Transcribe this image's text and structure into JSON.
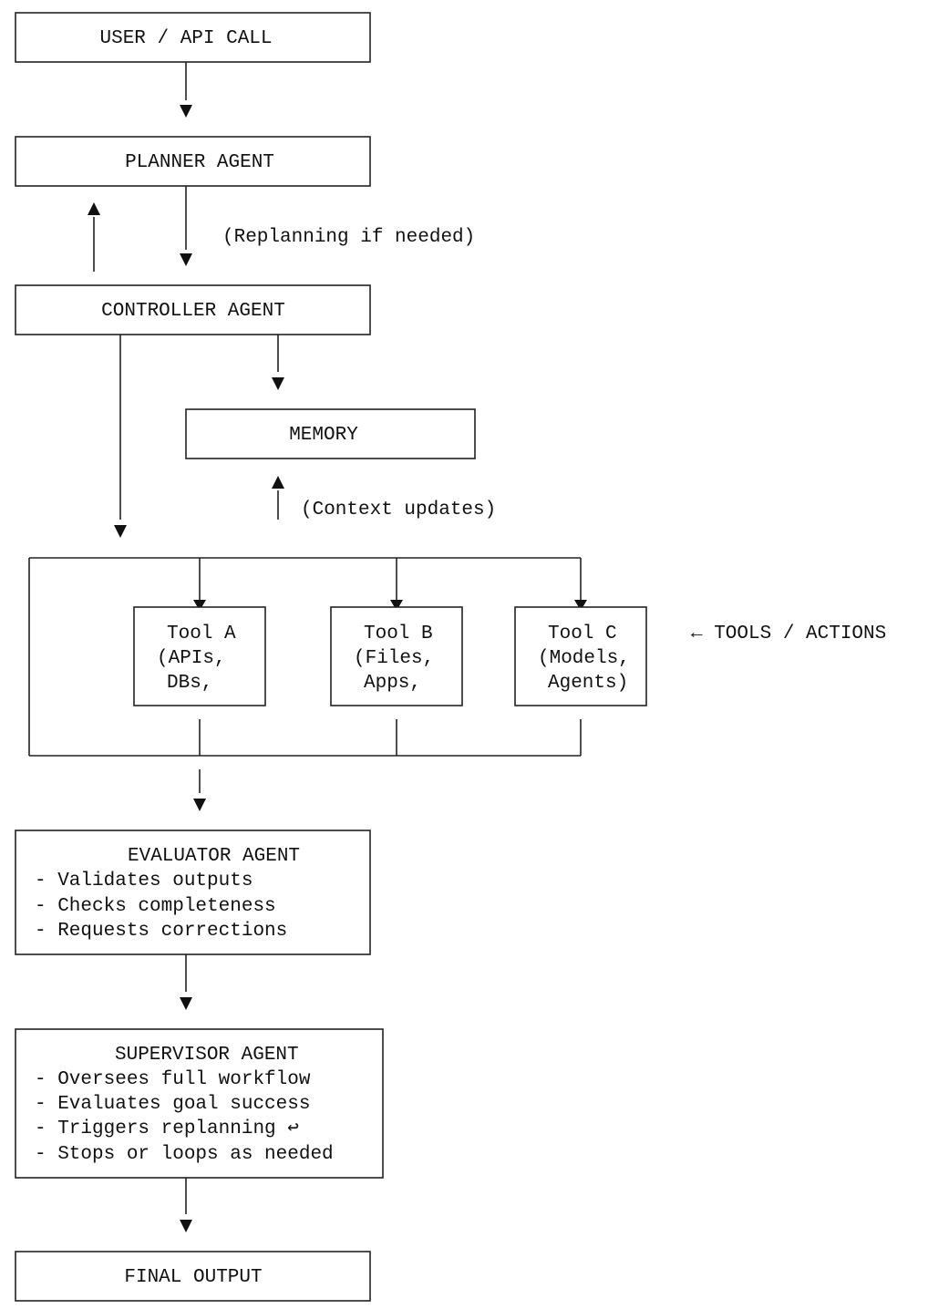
{
  "nodes": {
    "user": {
      "label": "USER / API CALL"
    },
    "planner": {
      "label": "PLANNER AGENT"
    },
    "controller": {
      "label": "CONTROLLER AGENT"
    },
    "memory": {
      "label": "MEMORY"
    },
    "tool_a": {
      "lines": [
        "Tool A",
        "(APIs,",
        "DBs,"
      ]
    },
    "tool_b": {
      "lines": [
        "Tool B",
        "(Files,",
        "Apps,"
      ]
    },
    "tool_c": {
      "lines": [
        "Tool C",
        "(Models,",
        "Agents)"
      ]
    },
    "evaluator": {
      "title": "EVALUATOR AGENT",
      "items": [
        "- Validates outputs",
        "- Checks completeness",
        "- Requests corrections"
      ]
    },
    "supervisor": {
      "title": "SUPERVISOR AGENT",
      "items": [
        "- Oversees full workflow",
        "- Evaluates goal success",
        "- Triggers replanning ↩",
        "- Stops or loops as needed"
      ]
    },
    "final": {
      "label": "FINAL OUTPUT"
    }
  },
  "annotations": {
    "replanning": "(Replanning if needed)",
    "context_updates": "(Context updates)",
    "tools_actions": "← TOOLS / ACTIONS"
  }
}
